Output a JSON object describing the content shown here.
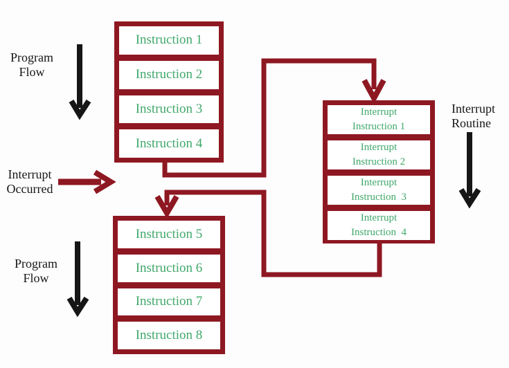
{
  "colors": {
    "accent": "#8E1822",
    "green": "#41A86B",
    "ink": "#161616",
    "bg": "#FDFDFD",
    "cell": "#FFFFFF"
  },
  "labels": {
    "program_flow_top": "Program\nFlow",
    "interrupt_occurred": "Interrupt\nOccurred",
    "program_flow_bottom": "Program\nFlow",
    "interrupt_routine": "Interrupt\nRoutine"
  },
  "blocks": {
    "main_top": {
      "rows": [
        "Instruction 1",
        "Instruction 2",
        "Instruction 3",
        "Instruction 4"
      ]
    },
    "main_bottom": {
      "rows": [
        "Instruction 5",
        "Instruction 6",
        "Instruction 7",
        "Instruction 8"
      ]
    },
    "interrupt_routine": {
      "rows": [
        "Interrupt\nInstruction 1",
        "Interrupt\nInstruction 2",
        "Interrupt\nInstruction  3",
        "Interrupt\nInstruction  4"
      ]
    }
  },
  "icons": {
    "program_flow_top_arrow": "down-arrow",
    "program_flow_bottom_arrow": "down-arrow",
    "interrupt_routine_arrow": "down-arrow",
    "interrupt_occurred_arrow": "right-arrow",
    "to_interrupt_connector": "elbow-connector-with-arrow",
    "return_connector": "elbow-connector-with-arrow"
  }
}
